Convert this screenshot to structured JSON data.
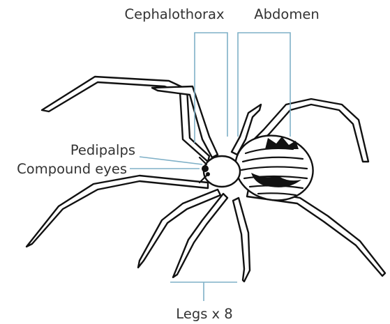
{
  "diagram": {
    "labels": {
      "cephalothorax": "Cephalothorax",
      "abdomen": "Abdomen",
      "pedipalps": "Pedipalps",
      "compound_eyes": "Compound eyes",
      "legs": "Legs x 8"
    },
    "colors": {
      "leader": "#7fb0c7",
      "text": "#333333",
      "ink": "#111111",
      "background": "#ffffff"
    }
  }
}
